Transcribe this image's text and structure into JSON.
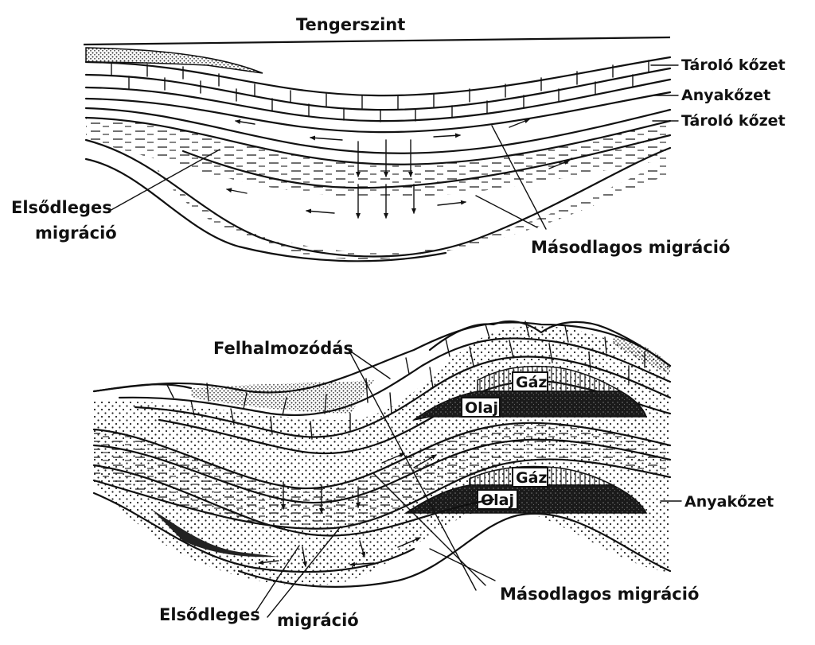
{
  "top_diagram": {
    "sea_level_label": "Tengerszint",
    "reservoir_rock_upper_label": "Tároló kőzet",
    "source_rock_label": "Anyakőzet",
    "reservoir_rock_lower_label": "Tároló kőzet",
    "primary_migration_label_line1": "Elsődleges",
    "primary_migration_label_line2": "migráció",
    "secondary_migration_label": "Másodlagos migráció"
  },
  "bottom_diagram": {
    "accumulation_label": "Felhalmozódás",
    "gas_upper_label": "Gáz",
    "oil_upper_label": "Olaj",
    "gas_lower_label": "Gáz",
    "oil_lower_label": "Olaj",
    "source_rock_label": "Anyakőzet",
    "primary_migration_label_part1": "Elsődleges",
    "primary_migration_label_part2": "migráció",
    "secondary_migration_label": "Másodlagos migráció"
  }
}
